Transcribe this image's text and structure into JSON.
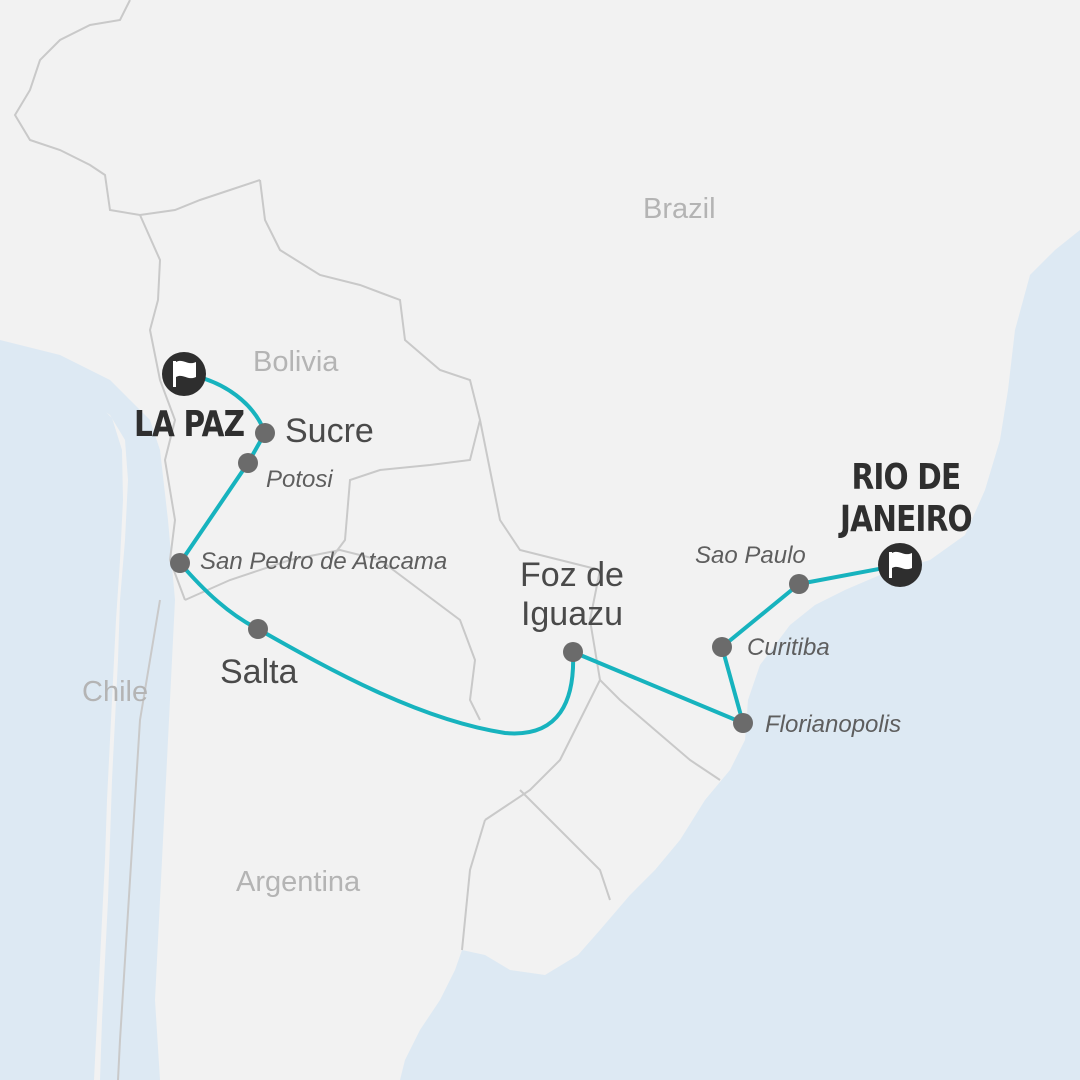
{
  "countries": {
    "brazil": "Brazil",
    "bolivia": "Bolivia",
    "chile": "Chile",
    "argentina": "Argentina"
  },
  "start": {
    "line1": "LA PAZ",
    "icon": "flag-icon"
  },
  "end": {
    "line1": "RIO DE",
    "line2": "JANEIRO",
    "icon": "flag-icon"
  },
  "stops": {
    "sucre": "Sucre",
    "potosi": "Potosi",
    "san_pedro": "San Pedro de Atacama",
    "salta": "Salta",
    "foz_line1": "Foz de",
    "foz_line2": "Iguazu",
    "sao_paulo": "Sao Paulo",
    "curitiba": "Curitiba",
    "florianopolis": "Florianopolis"
  },
  "colors": {
    "ocean": "#dde9f3",
    "land": "#f2f2f2",
    "border": "#c9c9c9",
    "route": "#17b3be",
    "stop": "#6b6b6b",
    "endpoint_badge": "#2e2e2e"
  }
}
